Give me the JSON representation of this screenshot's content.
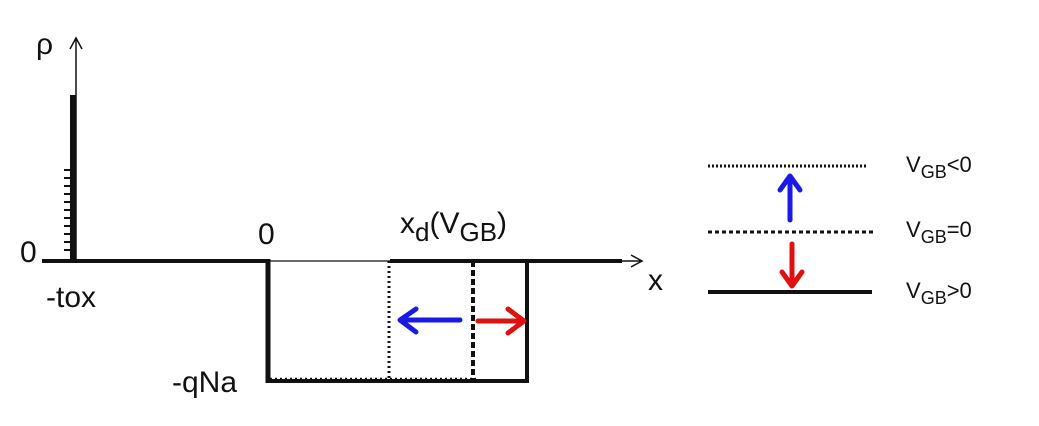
{
  "diagram": {
    "axis": {
      "y_label": "ρ",
      "x_label": "x",
      "origin_label": "0",
      "zero_label": "0",
      "tox_label": "-tox",
      "qna_label": "-qNa"
    },
    "depletion": {
      "label_main": "x",
      "label_sub": "d",
      "label_paren_open": "(V",
      "label_paren_sub": "GB",
      "label_paren_close": ")"
    },
    "legend": [
      {
        "prefix": "V",
        "sub": "GB",
        "suffix": "<0",
        "line_style": "dotted"
      },
      {
        "prefix": "V",
        "sub": "GB",
        "suffix": "=0",
        "line_style": "dashed"
      },
      {
        "prefix": "V",
        "sub": "GB",
        "suffix": ">0",
        "line_style": "solid"
      }
    ],
    "colors": {
      "line": "#111111",
      "blue_arrow": "#1a1ae6",
      "red_arrow": "#e01010"
    }
  }
}
